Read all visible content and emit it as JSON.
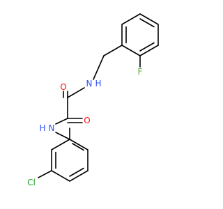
{
  "colors": {
    "bond": "#000000",
    "O": "#ff0d0d",
    "N": "#3050f8",
    "F": "#55aa33",
    "Cl": "#1f9e1f"
  },
  "labels": {
    "fluorine": "F",
    "amide_n_top": "N",
    "amide_h_top": "H",
    "oxygen_left": "O",
    "oxygen_right": "O",
    "amide_n_bottom": "N",
    "amide_h_bottom": "H",
    "chlorine": "Cl"
  }
}
